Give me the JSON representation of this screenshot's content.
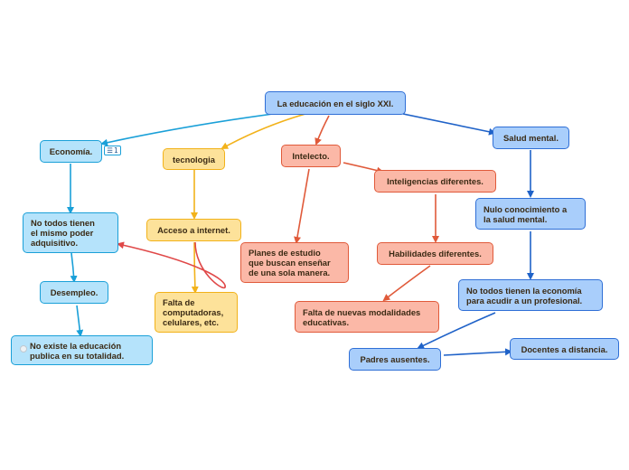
{
  "diagram": {
    "nodes": {
      "root": "La educación en el siglo XXI.",
      "economia": "Economía.",
      "tecnologia": "tecnologia",
      "intelecto": "Intelecto.",
      "salud": "Salud mental.",
      "no_todos_poder": "No todos tienen\nel mismo poder\nadquisitivo.",
      "acceso": "Acceso a internet.",
      "inteligencias": "Inteligencias diferentes.",
      "nulo": "Nulo conocimiento a\nla salud mental.",
      "planes": "Planes de estudio\nque buscan enseñar\nde una sola manera.",
      "habilidades": "Habilidades diferentes.",
      "desempleo": "Desempleo.",
      "falta_comp": "Falta de\ncomputadoras,\ncelulares, etc.",
      "no_todos_economia": "No todos tienen la economía\npara acudir a un profesional.",
      "falta_modalidades": "Falta de nuevas modalidades\neducativas.",
      "no_existe": "No existe la educación\npublica en su totalidad.",
      "padres": "Padres ausentes.",
      "docentes": "Docentes a distancia."
    },
    "badge": "1",
    "colors": {
      "blue_fill": "#a9cefb",
      "blue_stroke": "#2f6fd6",
      "cyan_fill": "#b5e3fb",
      "cyan_stroke": "#1aa0d8",
      "yellow_fill": "#fde29a",
      "yellow_stroke": "#f2b21a",
      "orange_fill": "#fbb8a7",
      "orange_stroke": "#e05a3a",
      "relation_line": "#e04848"
    }
  }
}
